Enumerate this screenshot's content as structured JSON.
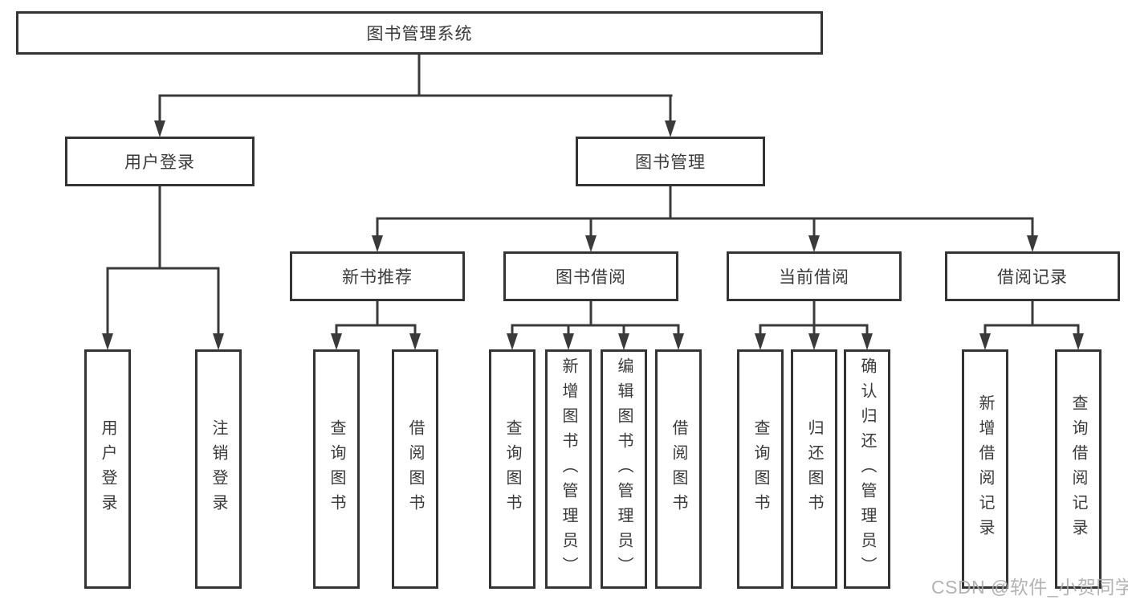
{
  "diagram": {
    "root": {
      "label": "图书管理系统"
    },
    "branches": [
      {
        "label": "用户登录",
        "leaves": [
          "用户登录",
          "注销登录"
        ]
      },
      {
        "label": "图书管理",
        "sections": [
          {
            "label": "新书推荐",
            "leaves": [
              "查询图书",
              "借阅图书"
            ]
          },
          {
            "label": "图书借阅",
            "leaves": [
              "查询图书",
              "新增图书（管理员）",
              "编辑图书（管理员）",
              "借阅图书"
            ]
          },
          {
            "label": "当前借阅",
            "leaves": [
              "查询图书",
              "归还图书",
              "确认归还（管理员）"
            ]
          },
          {
            "label": "借阅记录",
            "leaves": [
              "新增借阅记录",
              "查询借阅记录"
            ]
          }
        ]
      }
    ]
  },
  "watermark": {
    "text": "CSDN @软件_小贺同学"
  },
  "colors": {
    "line": "#3a3a3a",
    "box_border": "#343434",
    "text": "#3a3a3a",
    "background": "#ffffff",
    "watermark": "#ababab"
  }
}
